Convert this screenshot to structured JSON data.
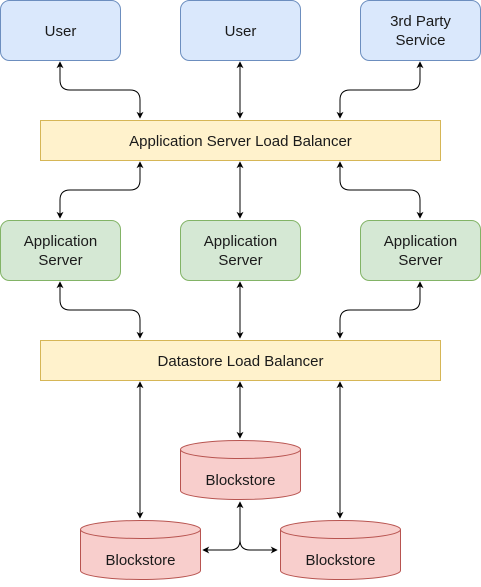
{
  "colors": {
    "client_fill": "#dae8fc",
    "client_stroke": "#6c8ebf",
    "server_fill": "#d5e8d4",
    "server_stroke": "#82b366",
    "lb_fill": "#fff2cc",
    "lb_stroke": "#d6b656",
    "store_fill": "#f8cecc",
    "store_stroke": "#b85450",
    "edge": "#000000"
  },
  "nodes": {
    "user_left": [
      "User"
    ],
    "user_center": [
      "User"
    ],
    "third_party": [
      "3rd Party",
      "Service"
    ],
    "app_lb": [
      "Application Server Load Balancer"
    ],
    "app_server_left": [
      "Application",
      "Server"
    ],
    "app_server_center": [
      "Application",
      "Server"
    ],
    "app_server_right": [
      "Application",
      "Server"
    ],
    "datastore_lb": [
      "Datastore Load Balancer"
    ],
    "blockstore_top": [
      "Blockstore"
    ],
    "blockstore_left": [
      "Blockstore"
    ],
    "blockstore_right": [
      "Blockstore"
    ]
  },
  "edges": [
    {
      "from": "user_left",
      "to": "app_lb",
      "bidirectional": true
    },
    {
      "from": "user_center",
      "to": "app_lb",
      "bidirectional": true
    },
    {
      "from": "third_party",
      "to": "app_lb",
      "bidirectional": true
    },
    {
      "from": "app_lb",
      "to": "app_server_left",
      "bidirectional": true
    },
    {
      "from": "app_lb",
      "to": "app_server_center",
      "bidirectional": true
    },
    {
      "from": "app_lb",
      "to": "app_server_right",
      "bidirectional": true
    },
    {
      "from": "app_server_left",
      "to": "datastore_lb",
      "bidirectional": true
    },
    {
      "from": "app_server_center",
      "to": "datastore_lb",
      "bidirectional": true
    },
    {
      "from": "app_server_right",
      "to": "datastore_lb",
      "bidirectional": true
    },
    {
      "from": "datastore_lb",
      "to": "blockstore_left",
      "bidirectional": true
    },
    {
      "from": "datastore_lb",
      "to": "blockstore_top",
      "bidirectional": true
    },
    {
      "from": "datastore_lb",
      "to": "blockstore_right",
      "bidirectional": true
    },
    {
      "from": "blockstore_top",
      "to": "blockstore_left",
      "bidirectional": true
    },
    {
      "from": "blockstore_top",
      "to": "blockstore_right",
      "bidirectional": true
    }
  ]
}
